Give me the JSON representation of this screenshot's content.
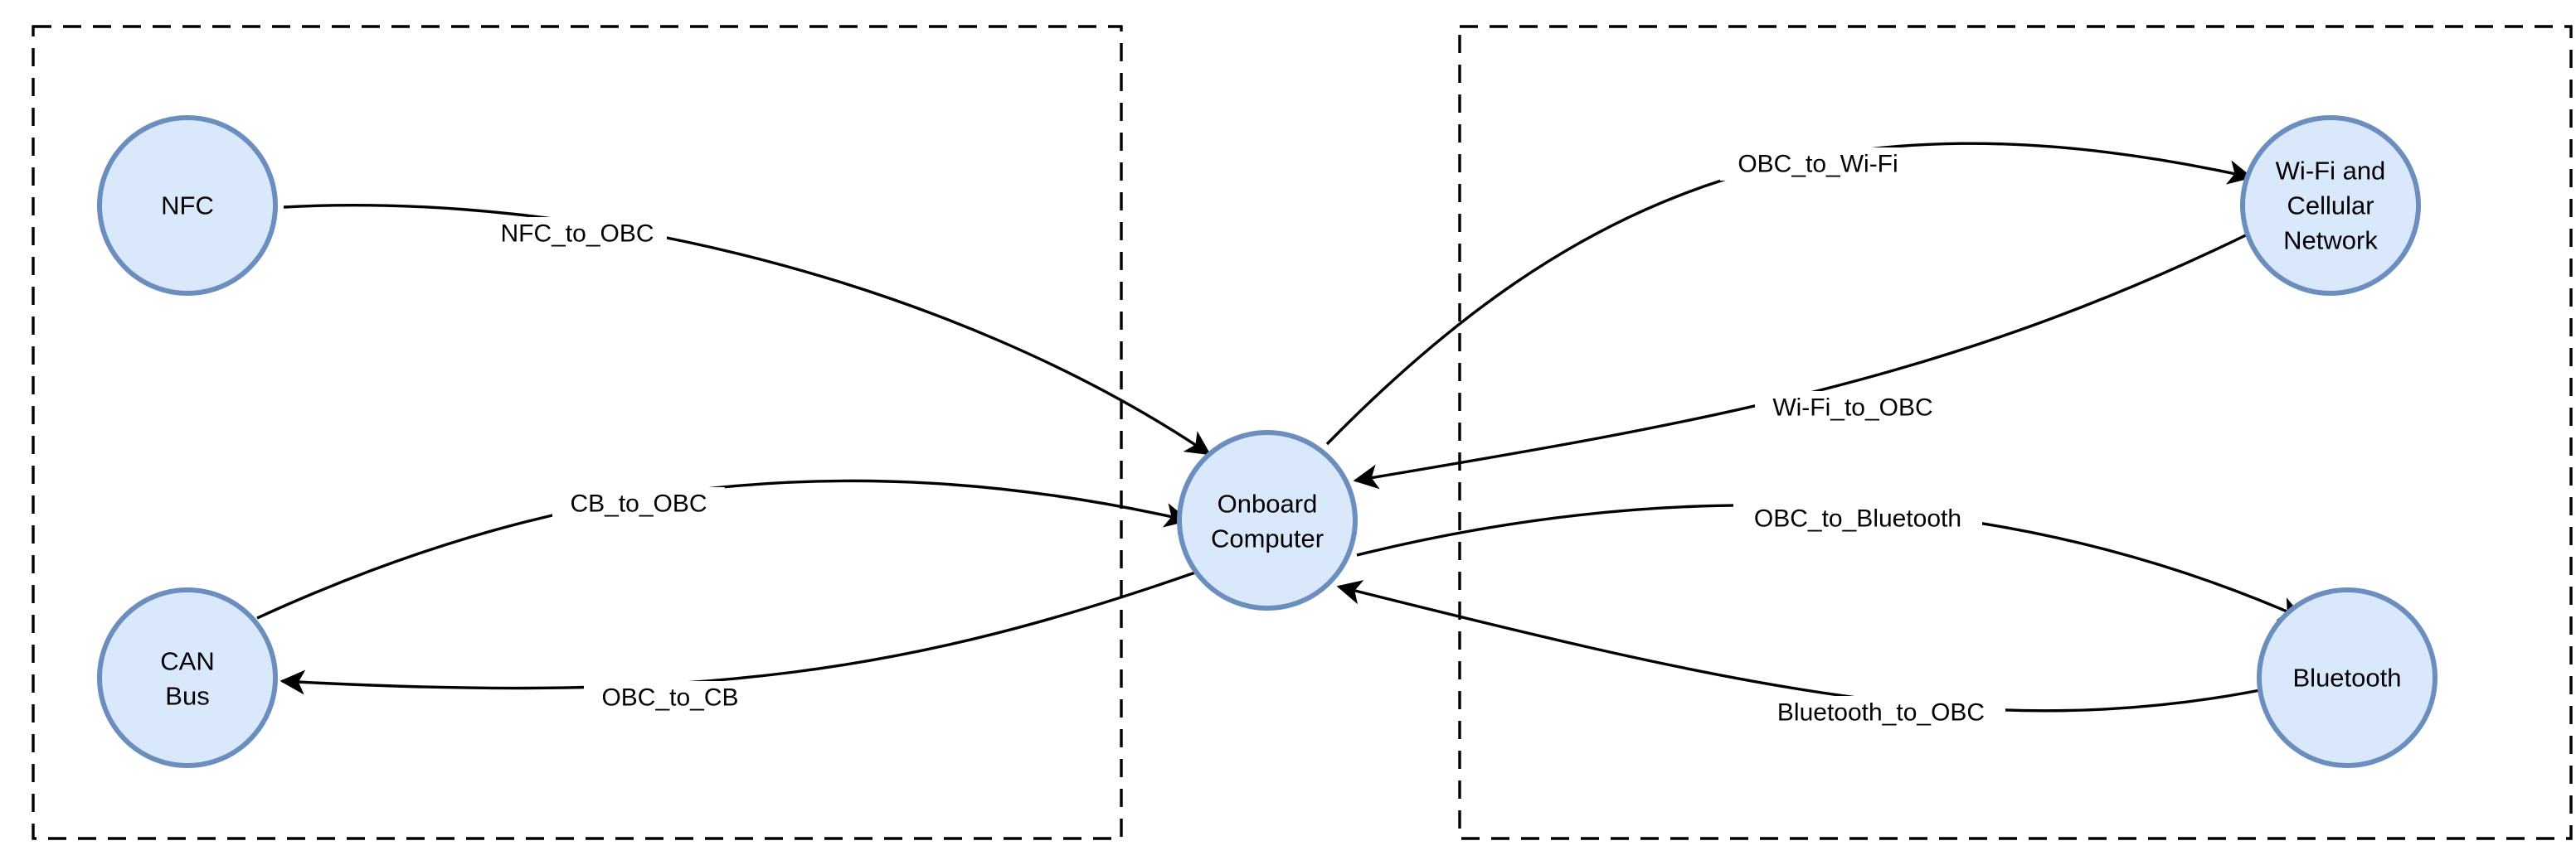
{
  "nodes": {
    "nfc": {
      "label_lines": [
        "NFC"
      ]
    },
    "can_bus": {
      "label_lines": [
        "CAN",
        "Bus"
      ]
    },
    "obc": {
      "label_lines": [
        "Onboard",
        "Computer"
      ]
    },
    "wifi": {
      "label_lines": [
        "Wi-Fi and",
        "Cellular",
        "Network"
      ]
    },
    "bluetooth": {
      "label_lines": [
        "Bluetooth"
      ]
    }
  },
  "edges": {
    "nfc_to_obc": "NFC_to_OBC",
    "cb_to_obc": "CB_to_OBC",
    "obc_to_cb": "OBC_to_CB",
    "obc_to_wifi": "OBC_to_Wi-Fi",
    "wifi_to_obc": "Wi-Fi_to_OBC",
    "obc_to_bluetooth": "OBC_to_Bluetooth",
    "bluetooth_to_obc": "Bluetooth_to_OBC"
  },
  "colors": {
    "node_fill": "#dae8fc",
    "node_stroke": "#6c8ebf",
    "edge": "#000000"
  }
}
